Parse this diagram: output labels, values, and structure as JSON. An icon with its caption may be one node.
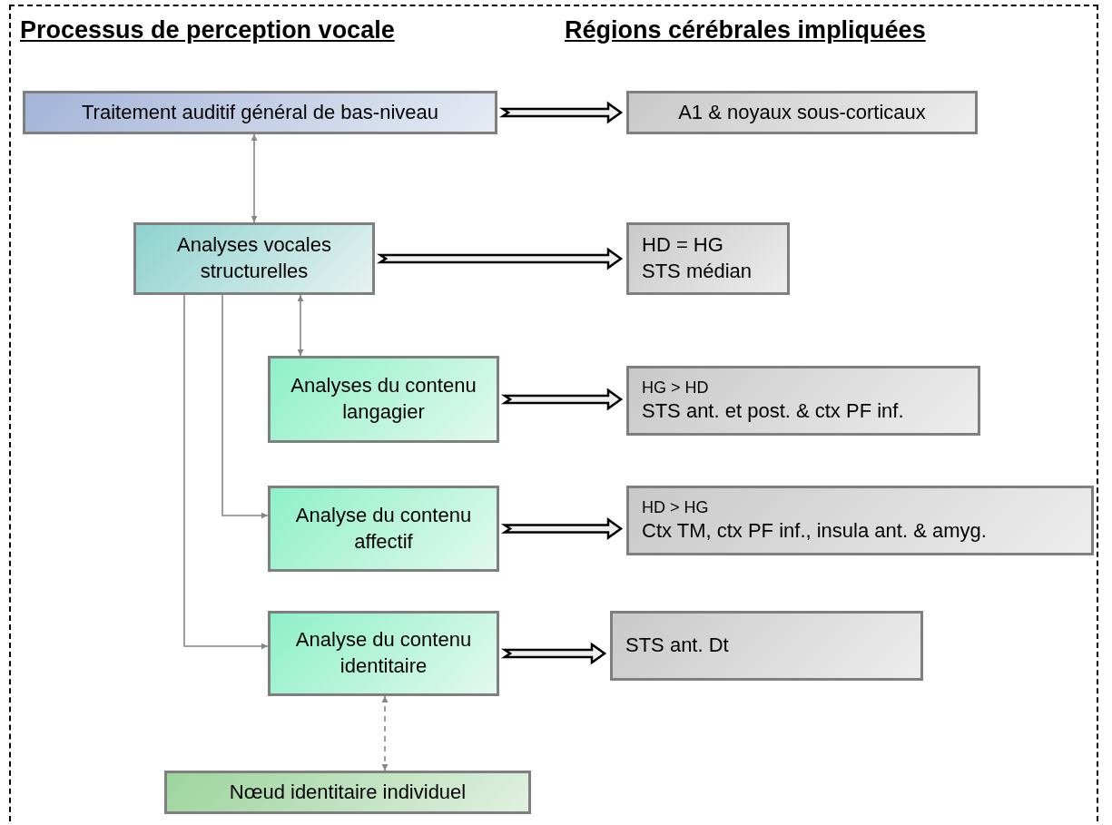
{
  "diagram": {
    "nodes": [
      {
        "text": [
          "Traitement auditif général de bas-niveau"
        ]
      },
      {
        "text": [
          "A1 & noyaux sous-corticaux"
        ]
      },
      {
        "text": [
          "Analyses vocales structurelles"
        ]
      },
      {
        "text": [
          "HD = HG",
          "STS médian"
        ]
      },
      {
        "text": [
          "Analyses du contenu langagier"
        ]
      },
      {
        "text": [
          "HG > HD",
          "STS ant. et post. & ctx PF inf."
        ]
      },
      {
        "text": [
          "Analyse du contenu affectif"
        ]
      },
      {
        "text": [
          "HD > HG",
          "Ctx TM, ctx PF inf., insula ant. & amyg."
        ]
      },
      {
        "text": [
          "Analyse du contenu identitaire"
        ]
      },
      {
        "text": [
          "STS ant. Dt"
        ]
      },
      {
        "text": [
          "Nœud identitaire individuel"
        ]
      }
    ],
    "edges": [
      {
        "from": 0,
        "to": 1,
        "arrow": "to",
        "style": "thick"
      },
      {
        "from": 0,
        "to": 2,
        "arrow": "both"
      },
      {
        "from": 2,
        "to": 3,
        "arrow": "to",
        "style": "thick"
      },
      {
        "from": 2,
        "to": 4,
        "arrow": "both"
      },
      {
        "from": 2,
        "to": 6,
        "arrow": "to"
      },
      {
        "from": 2,
        "to": 8,
        "arrow": "to"
      },
      {
        "from": 4,
        "to": 5,
        "arrow": "to",
        "style": "thick"
      },
      {
        "from": 6,
        "to": 7,
        "arrow": "to",
        "style": "thick"
      },
      {
        "from": 8,
        "to": 9,
        "arrow": "to",
        "style": "thick"
      },
      {
        "from": 8,
        "to": 10,
        "arrow": "both",
        "style": "dashed"
      }
    ],
    "labels": [
      "Processus de perception vocale",
      "Régions cérébrales impliquées"
    ]
  }
}
